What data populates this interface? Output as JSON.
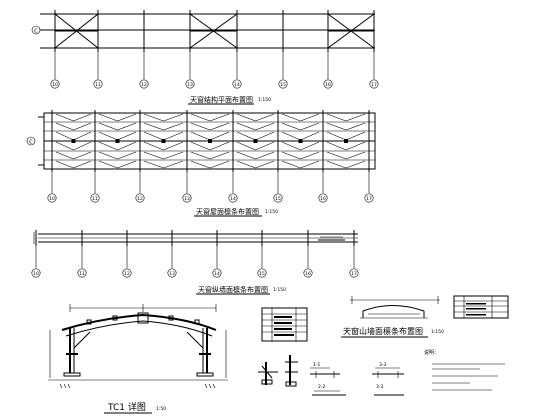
{
  "axis_labels_row1": [
    "10",
    "11",
    "12",
    "13",
    "14",
    "15",
    "16",
    "17"
  ],
  "axis_labels_row2": [
    "10",
    "11",
    "12",
    "13",
    "14",
    "15",
    "16",
    "17"
  ],
  "axis_labels_row3": [
    "10",
    "11",
    "12",
    "13",
    "14",
    "15",
    "16",
    "17"
  ],
  "axis_c": "C",
  "views": {
    "plan": {
      "title": "天窗结构平面布置图",
      "scale": "1:150"
    },
    "roof": {
      "title": "天窗屋面檩条布置图",
      "scale": "1:150"
    },
    "longwall": {
      "title": "天窗纵墙面檩条布置图",
      "scale": "1:150"
    },
    "tc1": {
      "title": "TC1 详图",
      "scale": "1:50"
    },
    "gable": {
      "title": "天窗山墙面檩条布置图",
      "scale": "1:150"
    }
  },
  "sections": [
    "1-1",
    "2-2",
    "3-3"
  ],
  "notes_title": "说明："
}
